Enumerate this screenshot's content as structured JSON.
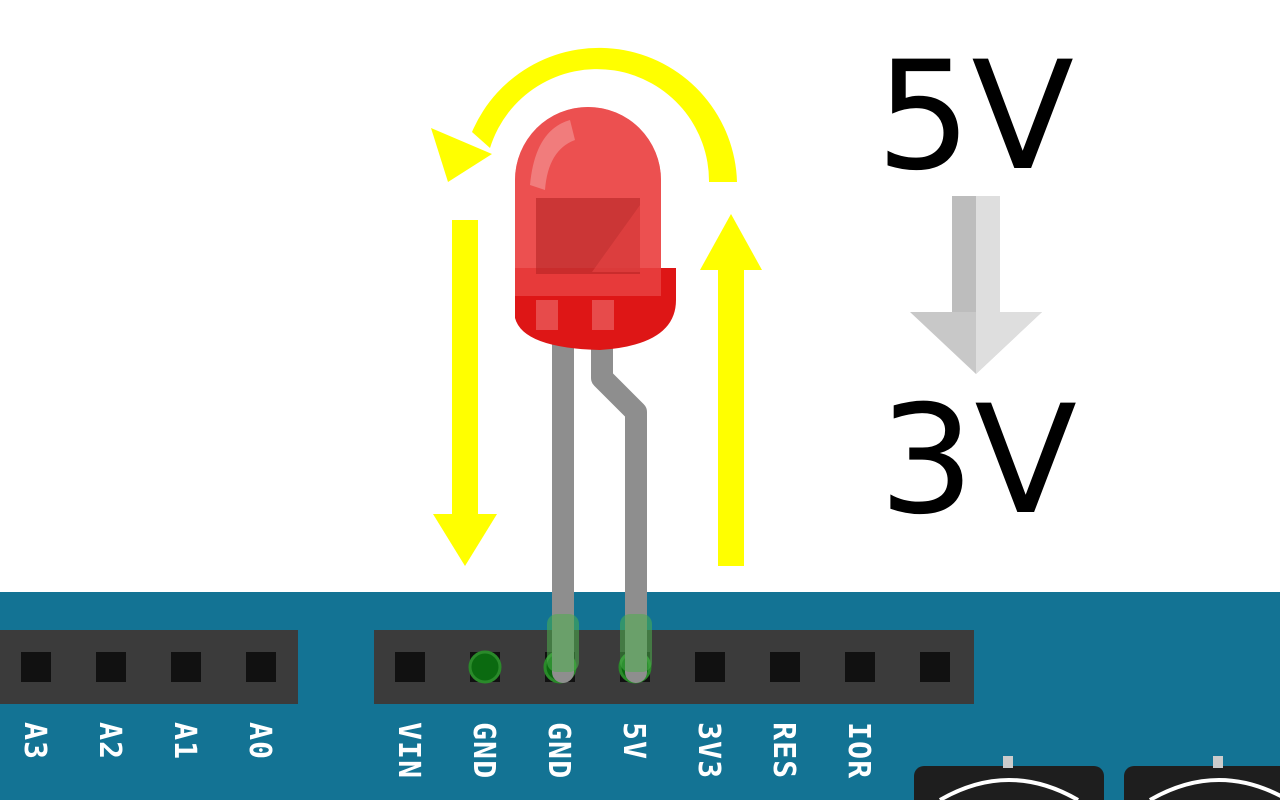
{
  "voltage": {
    "top": "5V",
    "bottom": "3V",
    "arrow_color": "#c8c8c8"
  },
  "header_left": {
    "labels": [
      "A3",
      "A2",
      "A1",
      "A0"
    ]
  },
  "header_right": {
    "labels": [
      "VIN",
      "GND",
      "GND",
      "5V",
      "3V3",
      "RES",
      "IOR"
    ],
    "lit_pins": [
      "GND",
      "GND",
      "5V"
    ]
  },
  "colors": {
    "board": "#137394",
    "header": "#3b3b3b",
    "pin": "#111111",
    "pin_lit": "#0b6a10",
    "led_body": "#e84545",
    "led_base": "#de1616",
    "led_leg": "#8e8e8e",
    "current_arrow": "#ffff00"
  },
  "icons": [
    "led-icon",
    "current-flow-arrow",
    "voltage-drop-arrow"
  ]
}
